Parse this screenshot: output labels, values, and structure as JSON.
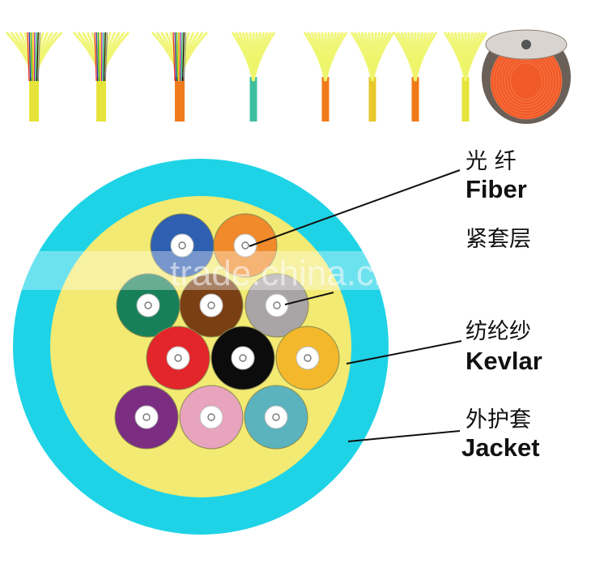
{
  "labels": {
    "fiber_cn": "光 纤",
    "fiber_en": "Fiber",
    "buffer_cn": "紧套层",
    "kevlar_cn": "纺纶纱",
    "kevlar_en": "Kevlar",
    "jacket_cn": "外护套",
    "jacket_en": "Jacket"
  },
  "watermark": "trade.china.cn",
  "colors": {
    "jacket": "#1fd3e6",
    "kevlar": "#f2ea72",
    "tube_blue": "#2e5fb0",
    "tube_orange": "#f08a2a",
    "tube_green": "#17805a",
    "tube_brown": "#7b3f14",
    "tube_gray": "#a9a4a6",
    "tube_red": "#e2262a",
    "tube_black": "#0c0c0c",
    "tube_yellow": "#f3b82b",
    "tube_violet": "#7b2d82",
    "tube_rose": "#e8a3bd",
    "tube_aqua": "#5ab3bd"
  },
  "tubes": [
    {
      "name": "blue",
      "color": "#2e5fb0"
    },
    {
      "name": "orange",
      "color": "#f08a2a"
    },
    {
      "name": "green",
      "color": "#17805a"
    },
    {
      "name": "brown",
      "color": "#7b3f14"
    },
    {
      "name": "gray",
      "color": "#a9a4a6"
    },
    {
      "name": "red",
      "color": "#e2262a"
    },
    {
      "name": "black",
      "color": "#0c0c0c"
    },
    {
      "name": "yellow",
      "color": "#f3b82b"
    },
    {
      "name": "violet",
      "color": "#7b2d82"
    },
    {
      "name": "rose",
      "color": "#e8a3bd"
    },
    {
      "name": "aqua",
      "color": "#5ab3bd"
    }
  ],
  "photos": [
    {
      "name": "cable-1",
      "icon": "fiber-cable-photo",
      "jacket": "#e6e33a",
      "fiber": "#eef56a"
    },
    {
      "name": "cable-2",
      "icon": "fiber-cable-photo",
      "jacket": "#e6e33a",
      "fiber": "#eef56a"
    },
    {
      "name": "cable-3",
      "icon": "fiber-cable-photo",
      "jacket": "#f07a1a",
      "fiber": "#eef56a"
    },
    {
      "name": "cable-4",
      "icon": "fiber-cable-photo",
      "jacket": "#3fbfa0",
      "fiber": "#eef56a"
    },
    {
      "name": "cable-5",
      "icon": "fiber-cable-photo",
      "jacket": "#f07a1a",
      "fiber": "#eef56a"
    },
    {
      "name": "cable-6",
      "icon": "fiber-cable-photo",
      "jacket": "#e8c82a",
      "fiber": "#eef56a"
    },
    {
      "name": "cable-7",
      "icon": "fiber-cable-photo",
      "jacket": "#f07a1a",
      "fiber": "#eef56a"
    },
    {
      "name": "cable-8",
      "icon": "fiber-cable-photo",
      "jacket": "#e6e33a",
      "fiber": "#eef56a"
    },
    {
      "name": "cable-reel",
      "icon": "cable-reel-photo",
      "jacket": "#f05a28",
      "fiber": "#cfcfcf"
    }
  ]
}
